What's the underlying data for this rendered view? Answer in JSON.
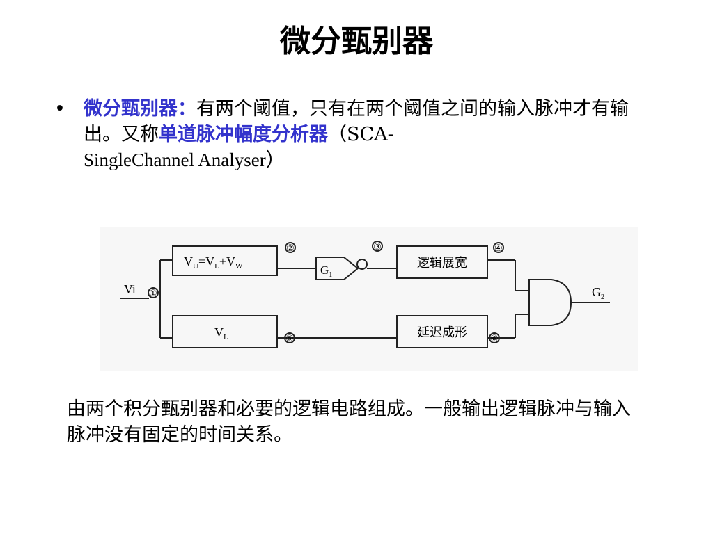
{
  "slide": {
    "title": "微分甄别器"
  },
  "bullet": {
    "marker": "•",
    "term": "微分甄别器：",
    "text_part1": "有两个阈值，只有在两个阈值之间的输入脉冲才有输出。又称",
    "highlight": "单道脉冲幅度分析器",
    "text_part2": "（SCA-",
    "text_part3": "SingleChannel Analyser）"
  },
  "diagram": {
    "input_label": "Vi",
    "output_label": "G",
    "output_subscript": "2",
    "box_upper": {
      "v1": "V",
      "s1": "U",
      "eq": "=V",
      "s2": "L",
      "plus": "+V",
      "s3": "W"
    },
    "box_lower": {
      "v": "V",
      "s": "L"
    },
    "gate1_label": "G",
    "gate1_subscript": "1",
    "box_stretch": "逻辑展宽",
    "box_delay": "延迟成形",
    "node_1": "①",
    "node_2": "②",
    "node_3": "③",
    "node_4": "④",
    "node_5": "⑤",
    "node_6": "⑥"
  },
  "caption": {
    "text": "由两个积分甄别器和必要的逻辑电路组成。一般输出逻辑脉冲与输入脉冲没有固定的时间关系。"
  }
}
